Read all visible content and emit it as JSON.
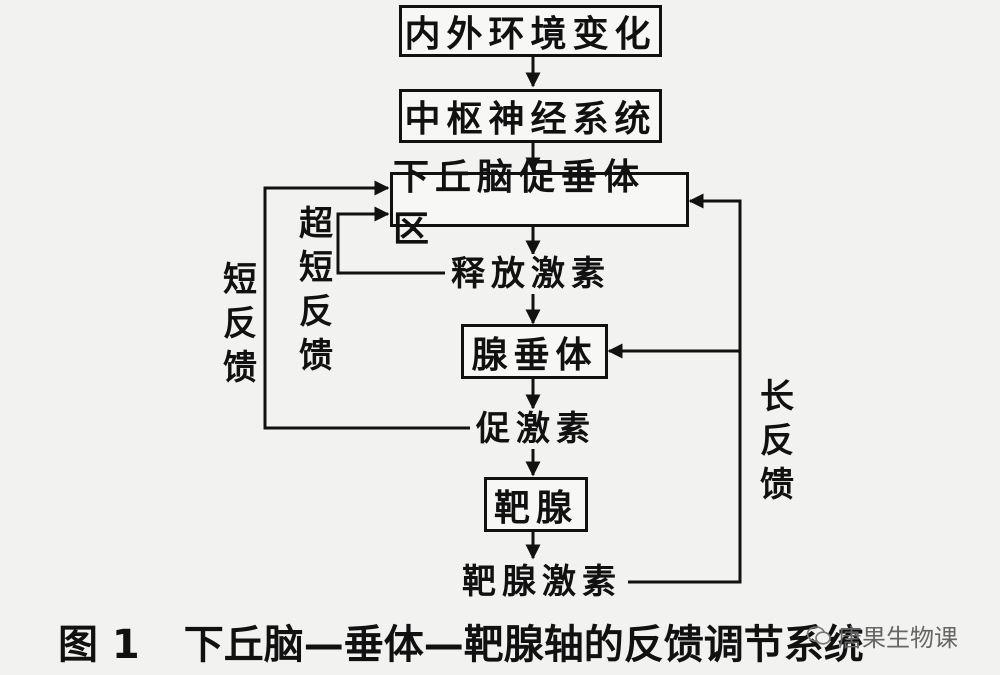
{
  "nodes": {
    "env_change": "内外环境变化",
    "cns": "中枢神经系统",
    "hypothalamus": "下丘脑促垂体区",
    "releasing_hormone": "释放激素",
    "pituitary": "腺垂体",
    "tropic_hormone": "促激素",
    "target_gland": "靶腺",
    "target_hormone": "靶腺激素"
  },
  "feedback": {
    "ultra_short": "超短反馈",
    "short": "短反馈",
    "long": "长反馈"
  },
  "caption": {
    "number": "图 1",
    "text": "下丘脑—垂体—靶腺轴的反馈调节系统"
  },
  "watermark": "唐果生物课"
}
